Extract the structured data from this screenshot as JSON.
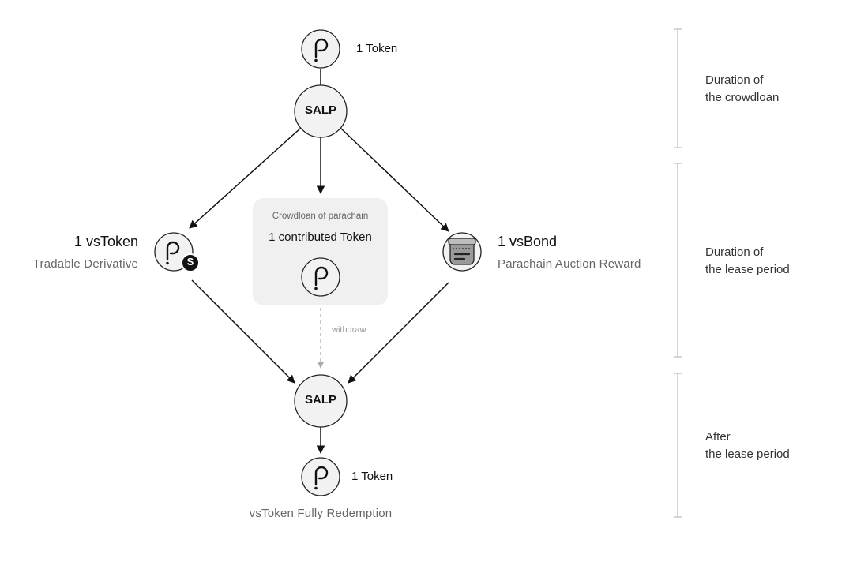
{
  "nodes": {
    "top_token_label": "1 Token",
    "salp_top": "SALP",
    "salp_bottom": "SALP",
    "bottom_token_label": "1 Token"
  },
  "left": {
    "title": "1 vsToken",
    "subtitle": "Tradable Derivative",
    "badge": "S"
  },
  "right": {
    "title": "1 vsBond",
    "subtitle": "Parachain Auction Reward"
  },
  "center_box": {
    "title": "Crowdloan of parachain",
    "main": "1 contributed Token"
  },
  "withdraw_label": "withdraw",
  "redemption_label": "vsToken Fully Redemption",
  "phases": {
    "phase1": {
      "line1": "Duration of",
      "line2": "the crowdloan"
    },
    "phase2": {
      "line1": "Duration of",
      "line2": "the lease period"
    },
    "phase3": {
      "line1": "After",
      "line2": "the lease period"
    }
  },
  "icons": {
    "token": "polkadot-p-icon",
    "bond": "vsbond-jar-icon"
  },
  "colors": {
    "node_fill": "#f2f2f2",
    "node_stroke": "#222222",
    "box_fill": "#f0f0f0",
    "bracket": "#bbbbbb",
    "dashed_arrow": "#aaaaaa"
  }
}
